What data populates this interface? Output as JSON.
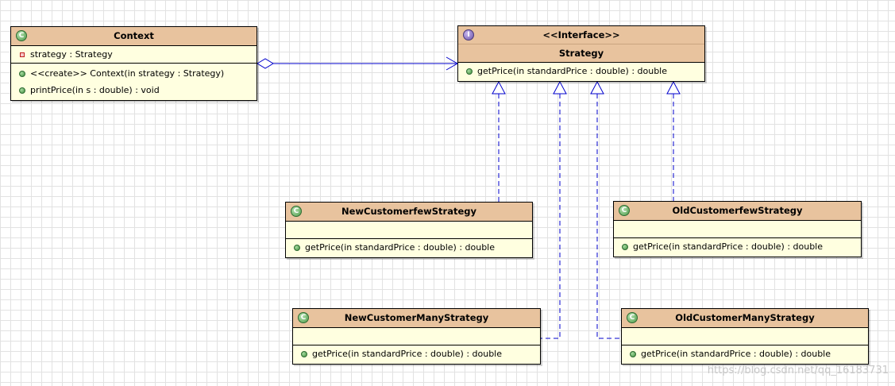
{
  "classes": {
    "context": {
      "name": "Context",
      "attributes": [
        "strategy : Strategy"
      ],
      "operations": [
        "<<create>> Context(in strategy : Strategy)",
        "printPrice(in s : double) : void"
      ]
    },
    "strategy": {
      "stereotype": "<<Interface>>",
      "name": "Strategy",
      "operations": [
        "getPrice(in standardPrice : double) : double"
      ]
    },
    "new_few": {
      "name": "NewCustomerfewStrategy",
      "operations": [
        "getPrice(in standardPrice : double) : double"
      ]
    },
    "old_few": {
      "name": "OldCustomerfewStrategy",
      "operations": [
        "getPrice(in standardPrice : double) : double"
      ]
    },
    "new_many": {
      "name": "NewCustomerManyStrategy",
      "operations": [
        "getPrice(in standardPrice : double) : double"
      ]
    },
    "old_many": {
      "name": "OldCustomerManyStrategy",
      "operations": [
        "getPrice(in standardPrice : double) : double"
      ]
    }
  },
  "badges": {
    "class": "C",
    "interface": "I"
  },
  "icons": {
    "class": "class-icon",
    "interface": "interface-icon",
    "operation": "public-operation-icon",
    "attribute": "private-attribute-icon"
  },
  "colors": {
    "header": "#e8c39e",
    "body": "#ffffe0",
    "connector": "#0000cc"
  },
  "watermark": "https://blog.csdn.net/qq_16183731"
}
